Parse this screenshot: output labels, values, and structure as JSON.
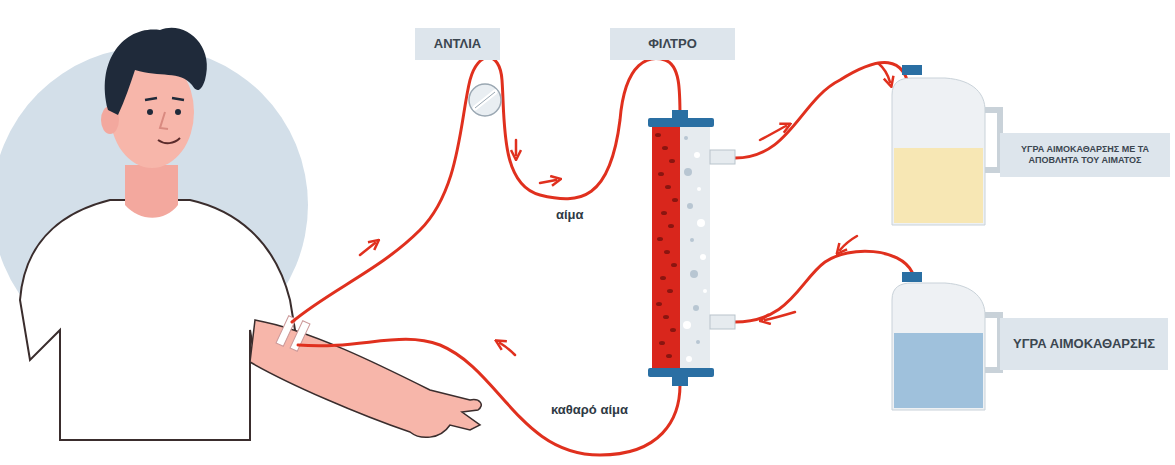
{
  "diagram": {
    "nodes": [
      {
        "text": [
          "ΑΝΤΛΙΑ"
        ]
      },
      {
        "text": [
          "ΦΙΛΤΡΟ"
        ]
      },
      {
        "text": [
          "ΥΓΡΑ ΑΙΜΟΚΑΘΑΡΣΗΣ ΜΕ ΤΑ ΑΠΟΒΛΗΤΑ ΤΟΥ ΑΙΜΑΤΟΣ"
        ]
      },
      {
        "text": [
          "ΥΓΡΑ ΑΙΜΟΚΑΘΑΡΣΗΣ"
        ]
      }
    ],
    "labels": [
      "αίμα",
      "καθαρό αίμα"
    ]
  }
}
